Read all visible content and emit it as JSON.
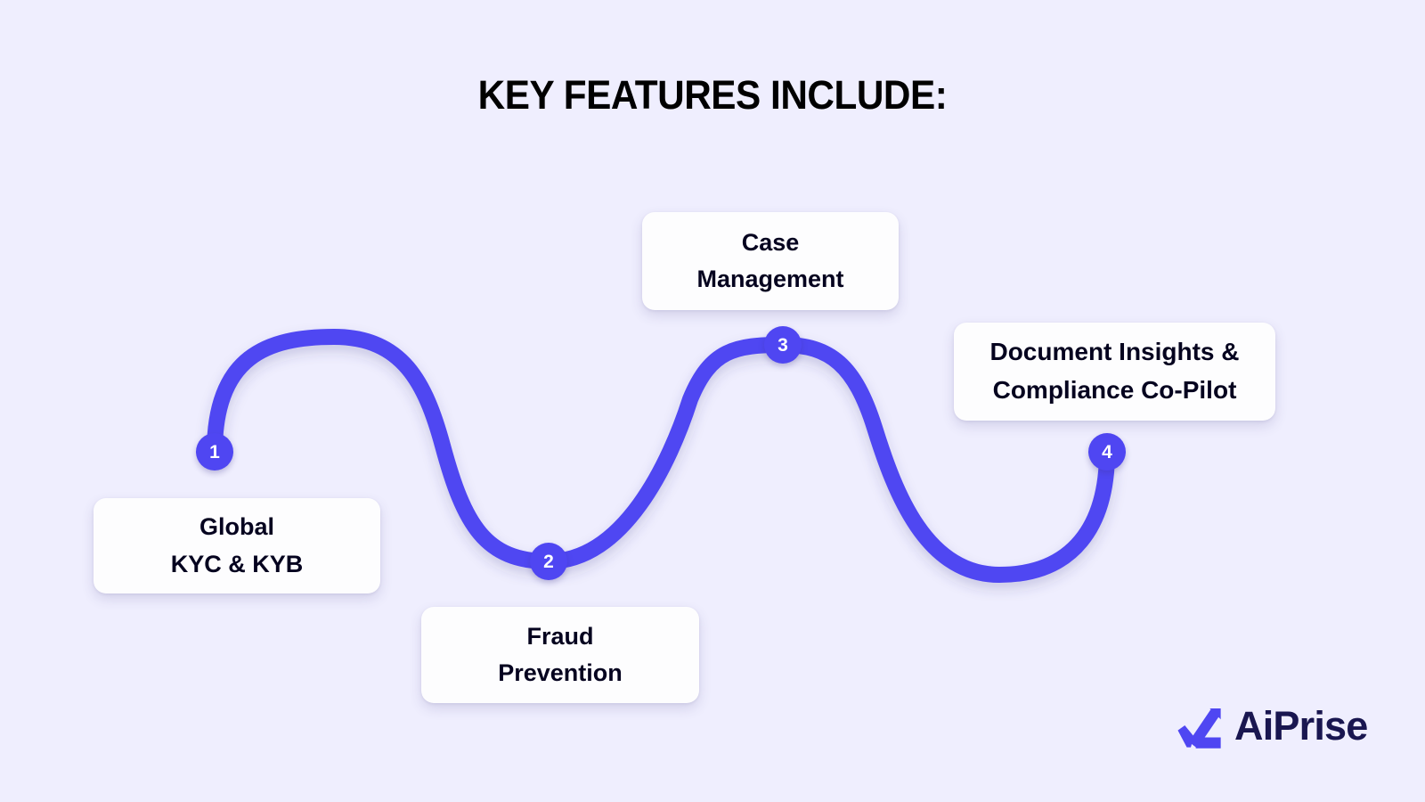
{
  "theme": {
    "background": "#efeefe",
    "accent": "#4f46f2",
    "card_background": "#fdfdfe",
    "text_dark": "#05031f",
    "title_color": "#000000",
    "brand_navy": "#191650"
  },
  "header": {
    "title": "KEY FEATURES INCLUDE:"
  },
  "steps": [
    {
      "number": "1",
      "line1": "Global",
      "line2": "KYC & KYB",
      "marker_name": "step-marker-1",
      "card_name": "feature-card-global-kyc-kyb"
    },
    {
      "number": "2",
      "line1": "Fraud",
      "line2": "Prevention",
      "marker_name": "step-marker-2",
      "card_name": "feature-card-fraud-prevention"
    },
    {
      "number": "3",
      "line1": "Case",
      "line2": "Management",
      "marker_name": "step-marker-3",
      "card_name": "feature-card-case-management"
    },
    {
      "number": "4",
      "line1": "Document Insights &",
      "line2": "Compliance Co-Pilot",
      "marker_name": "step-marker-4",
      "card_name": "feature-card-document-insights"
    }
  ],
  "brand": {
    "name": "AiPrise",
    "mark_icon": "aiprise-check-triangle-icon",
    "mark_color": "#4f46f2"
  }
}
